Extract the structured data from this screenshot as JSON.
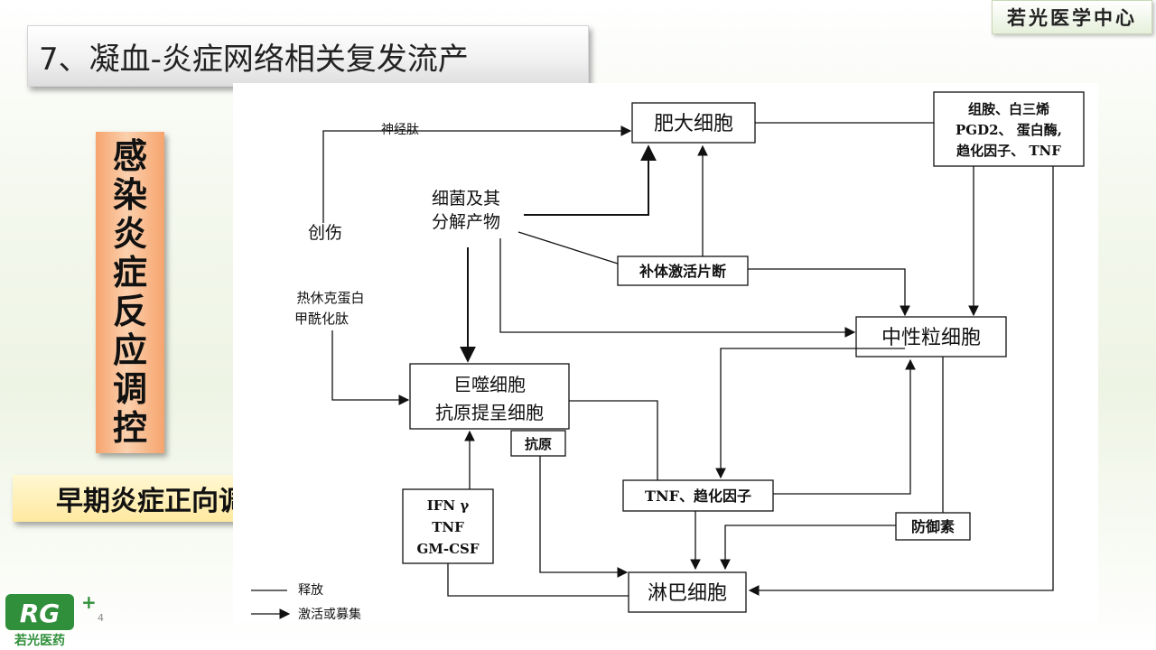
{
  "brand_tab": "若光医学中心",
  "title": "7、凝血-炎症网络相关复发流产",
  "side_banner": "感染炎症反应调控",
  "signal_banner": "早期炎症正向调节信号",
  "page_number": "4",
  "logo": {
    "mark": "RG",
    "name": "若光医药"
  },
  "diagram": {
    "nodes": {
      "mast_cell": "肥大细胞",
      "mediators": [
        "组胺、白三烯",
        "PGD2、 蛋白酶,",
        "趋化因子、 TNF"
      ],
      "bacteria": [
        "细菌及其",
        "分解产物"
      ],
      "trauma": "创伤",
      "complement": "补体激活片断",
      "neutrophil": "中性粒细胞",
      "macrophage": [
        "巨噬细胞",
        "抗原提呈细胞"
      ],
      "antigen": "抗原",
      "tnf_chemokine": "TNF、趋化因子",
      "cytokines": [
        "IFN γ",
        "TNF",
        "GM-CSF"
      ],
      "defensin": "防御素",
      "lymphocyte": "淋巴细胞"
    },
    "edge_labels": {
      "neuropeptide": "神经肽",
      "heat_shock": [
        "热休克蛋白",
        "甲酰化肽"
      ]
    },
    "legend": {
      "release": "释放",
      "activate": "激活或募集"
    }
  },
  "colors": {
    "line": "#111111",
    "banner_orange": "#f6a46e",
    "banner_yellow": "#ffe9a0",
    "logo_green": "#2f8f3a"
  }
}
